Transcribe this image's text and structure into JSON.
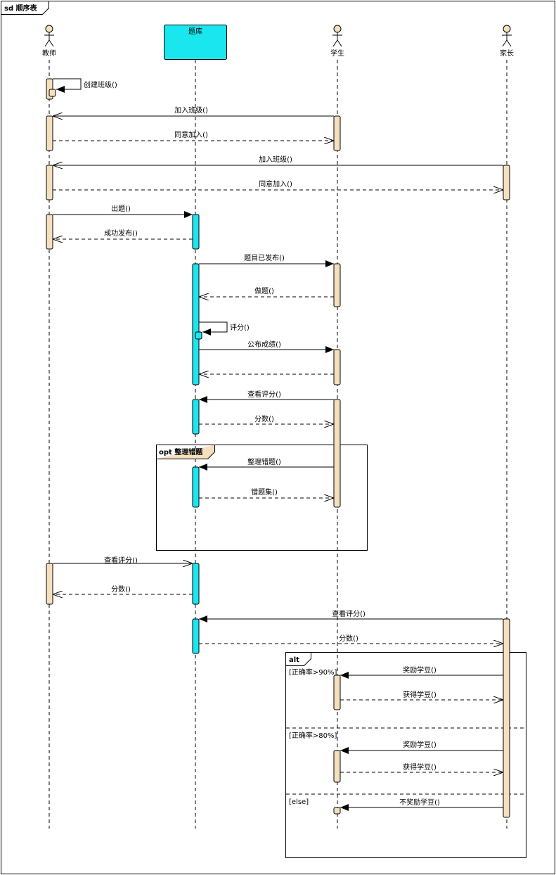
{
  "diagram": {
    "frame_title": "sd 顺序表",
    "colors": {
      "activation_default": "#f6dfbe",
      "activation_questionbank": "#19e6ee",
      "questionbank_box": "#19e6ee",
      "frame_tab": "#f6dfbe",
      "line": "#000000"
    },
    "lifelines": [
      {
        "id": "teacher",
        "name": "教师",
        "kind": "actor"
      },
      {
        "id": "bank",
        "name": "题库",
        "kind": "object"
      },
      {
        "id": "student",
        "name": "学生",
        "kind": "actor"
      },
      {
        "id": "parent",
        "name": "家长",
        "kind": "actor"
      }
    ],
    "messages": [
      {
        "text": "创建班级()",
        "kind": "self"
      },
      {
        "text": "加入班级()",
        "kind": "sync"
      },
      {
        "text": "同意加入()",
        "kind": "return"
      },
      {
        "text": "加入班级()",
        "kind": "sync"
      },
      {
        "text": "同意加入()",
        "kind": "return"
      },
      {
        "text": "出题()",
        "kind": "sync"
      },
      {
        "text": "成功发布()",
        "kind": "return"
      },
      {
        "text": "题目已发布()",
        "kind": "sync"
      },
      {
        "text": "做题()",
        "kind": "return"
      },
      {
        "text": "评分()",
        "kind": "self"
      },
      {
        "text": "公布成绩()",
        "kind": "sync"
      },
      {
        "text": "",
        "kind": "return"
      },
      {
        "text": "查看评分()",
        "kind": "sync"
      },
      {
        "text": "分数()",
        "kind": "return"
      },
      {
        "text": "整理错题()",
        "kind": "sync"
      },
      {
        "text": "错题集()",
        "kind": "return"
      },
      {
        "text": "查看评分()",
        "kind": "sync"
      },
      {
        "text": "分数()",
        "kind": "return"
      },
      {
        "text": "查看评分()",
        "kind": "sync"
      },
      {
        "text": "分数()",
        "kind": "return"
      },
      {
        "text": "奖励学豆()",
        "kind": "sync"
      },
      {
        "text": "获得学豆()",
        "kind": "return"
      },
      {
        "text": "奖励学豆()",
        "kind": "sync"
      },
      {
        "text": "获得学豆()",
        "kind": "return"
      },
      {
        "text": "不奖励学豆()",
        "kind": "sync"
      }
    ],
    "fragments": [
      {
        "operator": "opt",
        "label": "opt 整理错题",
        "guards": []
      },
      {
        "operator": "alt",
        "label": "alt",
        "guards": [
          "[正确率>90%]",
          "[正确率>80%]",
          "[else]"
        ]
      }
    ]
  }
}
